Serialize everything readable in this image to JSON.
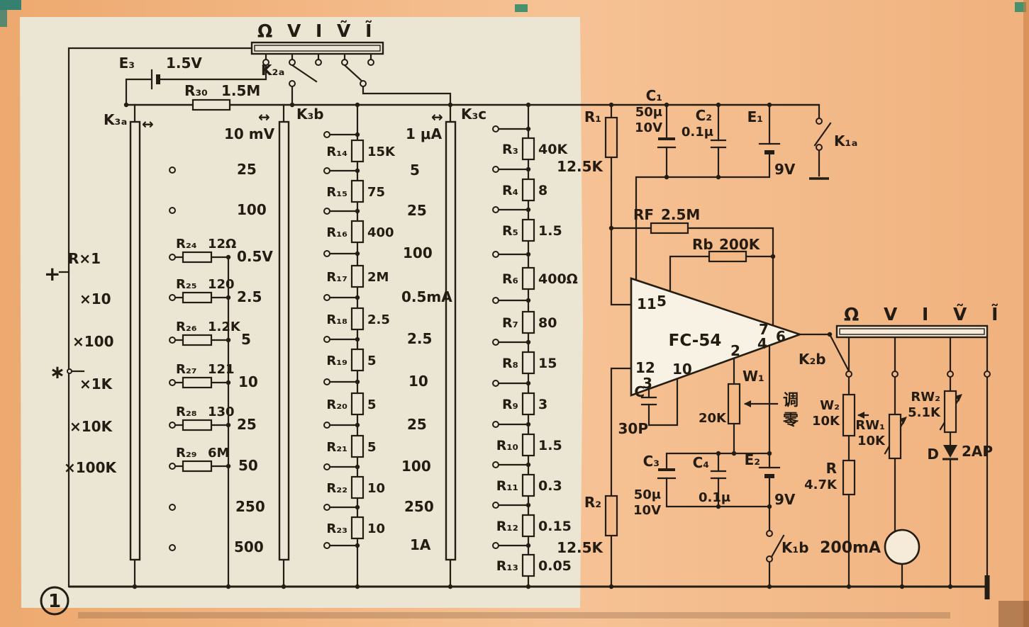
{
  "figure_number": "1",
  "terminals": {
    "plus": "+",
    "star": "∗"
  },
  "icons": {
    "wafer_arrow": "↔"
  },
  "selector_top": {
    "symbols": "Ω V I Ṽ Ĩ",
    "switch_label": "K₂ₐ"
  },
  "selector_right": {
    "symbols": "Ω V I Ṽ Ĩ",
    "switch_label": "K₂b"
  },
  "battery_e3": {
    "label": "E₃",
    "value": "1.5V"
  },
  "r30": {
    "label": "R₃₀",
    "value": "1.5M"
  },
  "wafers": {
    "k3a": "K₃ₐ",
    "k3b": "K₃b",
    "k3c": "K₃c"
  },
  "voltage_ranges": [
    "10 mV",
    "25",
    "100",
    "0.5V",
    "2.5",
    "5",
    "10",
    "25",
    "50",
    "250",
    "500"
  ],
  "multipliers": [
    "R×1",
    "×10",
    "×100",
    "×1K",
    "×10K",
    "×100K"
  ],
  "left_resistors": [
    [
      "R₂₄",
      "12Ω"
    ],
    [
      "R₂₅",
      "120"
    ],
    [
      "R₂₆",
      "1.2K"
    ],
    [
      "R₂₇",
      "121"
    ],
    [
      "R₂₈",
      "130"
    ],
    [
      "R₂₉",
      "6M"
    ]
  ],
  "current_ranges": [
    "1 μA",
    "5",
    "25",
    "100",
    "0.5mA",
    "2.5",
    "10",
    "25",
    "100",
    "250",
    "1A"
  ],
  "mid_resistors": [
    [
      "R₁₄",
      "15K"
    ],
    [
      "R₁₅",
      "75"
    ],
    [
      "R₁₆",
      "400"
    ],
    [
      "R₁₇",
      "2M"
    ],
    [
      "R₁₈",
      "2.5"
    ],
    [
      "R₁₉",
      "5"
    ],
    [
      "R₂₀",
      "5"
    ],
    [
      "R₂₁",
      "5"
    ],
    [
      "R₂₂",
      "10"
    ],
    [
      "R₂₃",
      "10"
    ]
  ],
  "shunt_resistors": [
    [
      "R₃",
      "40K"
    ],
    [
      "R₄",
      "8"
    ],
    [
      "R₅",
      "1.5"
    ],
    [
      "R₆",
      "400Ω"
    ],
    [
      "R₇",
      "80"
    ],
    [
      "R₈",
      "15"
    ],
    [
      "R₉",
      "3"
    ],
    [
      "R₁₀",
      "1.5"
    ],
    [
      "R₁₁",
      "0.3"
    ],
    [
      "R₁₂",
      "0.15"
    ],
    [
      "R₁₃",
      "0.05"
    ]
  ],
  "r1": {
    "label": "R₁",
    "value": "12.5K"
  },
  "r2": {
    "label": "R₂",
    "value": "12.5K"
  },
  "rf": {
    "label": "RF",
    "value": "2.5M"
  },
  "rb": {
    "label": "Rb",
    "value": "200K"
  },
  "c1": {
    "label": "C₁",
    "value": "50μ",
    "voltage": "10V"
  },
  "c2": {
    "label": "C₂",
    "value": "0.1μ"
  },
  "c3": {
    "label": "C₃",
    "value": "50μ",
    "voltage": "10V"
  },
  "c4": {
    "label": "C₄",
    "value": "0.1μ"
  },
  "e1": {
    "label": "E₁",
    "value": "9V"
  },
  "e2": {
    "label": "E₂",
    "value": "9V"
  },
  "k1a": "K₁ₐ",
  "k1b": "K₁b",
  "amplifier": {
    "label": "FC-54",
    "pins": {
      "p11": "11",
      "p5": "5",
      "p12": "12",
      "p10": "10",
      "p3": "3",
      "p2": "2",
      "p4": "4",
      "p7": "7",
      "p6": "6"
    }
  },
  "cc": {
    "label": "C",
    "value": "30P"
  },
  "w1": {
    "label": "W₁",
    "value": "20K"
  },
  "zero_adjust": {
    "char1": "调",
    "char2": "零"
  },
  "w2": {
    "label": "W₂",
    "value": "10K"
  },
  "rw1": {
    "label": "RW₁",
    "value": "10K"
  },
  "rw2": {
    "label": "RW₂",
    "value": "5.1K"
  },
  "diode": {
    "label": "D",
    "value": "2AP"
  },
  "r_out": {
    "label": "R",
    "value": "4.7K"
  },
  "meter": {
    "label": "200mA"
  }
}
